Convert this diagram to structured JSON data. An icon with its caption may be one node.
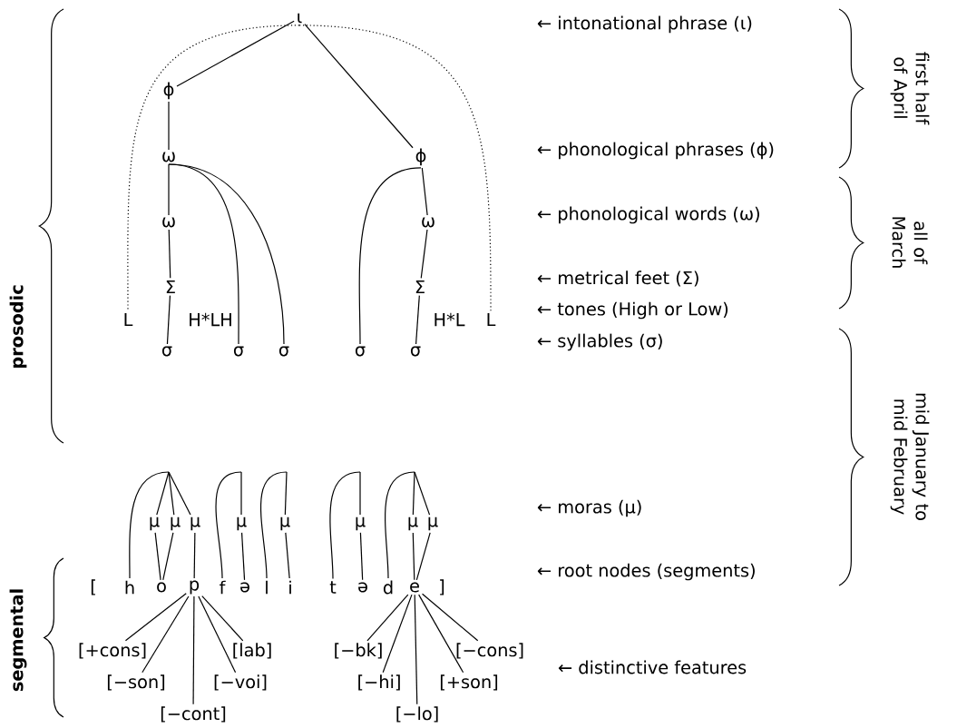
{
  "diagram": {
    "nodes": [
      {
        "text": [
          "ι"
        ]
      },
      {
        "text": [
          "ϕ"
        ]
      },
      {
        "text": [
          "ω"
        ]
      },
      {
        "text": [
          "ϕ"
        ]
      },
      {
        "text": [
          "ω"
        ]
      },
      {
        "text": [
          "ω"
        ]
      },
      {
        "text": [
          "Σ"
        ]
      },
      {
        "text": [
          "Σ"
        ]
      },
      {
        "text": [
          "L"
        ]
      },
      {
        "text": [
          "H*LH"
        ]
      },
      {
        "text": [
          "H*L"
        ]
      },
      {
        "text": [
          "L"
        ]
      },
      {
        "text": [
          "σ"
        ]
      },
      {
        "text": [
          "σ"
        ]
      },
      {
        "text": [
          "σ"
        ]
      },
      {
        "text": [
          "σ"
        ]
      },
      {
        "text": [
          "σ"
        ]
      },
      {
        "text": [
          "μ"
        ]
      },
      {
        "text": [
          "μ"
        ]
      },
      {
        "text": [
          "μ"
        ]
      },
      {
        "text": [
          "μ"
        ]
      },
      {
        "text": [
          "μ"
        ]
      },
      {
        "text": [
          "μ"
        ]
      },
      {
        "text": [
          "μ"
        ]
      },
      {
        "text": [
          "μ"
        ]
      },
      {
        "text": [
          "h"
        ]
      },
      {
        "text": [
          "o"
        ]
      },
      {
        "text": [
          "p"
        ]
      },
      {
        "text": [
          "f"
        ]
      },
      {
        "text": [
          "ə"
        ]
      },
      {
        "text": [
          "l"
        ]
      },
      {
        "text": [
          "i"
        ]
      },
      {
        "text": [
          "t"
        ]
      },
      {
        "text": [
          "ə"
        ]
      },
      {
        "text": [
          "d"
        ]
      },
      {
        "text": [
          "e"
        ]
      },
      {
        "text": [
          "[+cons]"
        ]
      },
      {
        "text": [
          "[−son]"
        ]
      },
      {
        "text": [
          "[−cont]"
        ]
      },
      {
        "text": [
          "[−voi]"
        ]
      },
      {
        "text": [
          "[lab]"
        ]
      },
      {
        "text": [
          "[−bk]"
        ]
      },
      {
        "text": [
          "[−hi]"
        ]
      },
      {
        "text": [
          "[−lo]"
        ]
      },
      {
        "text": [
          "[+son]"
        ]
      },
      {
        "text": [
          "[−cons]"
        ]
      }
    ],
    "edges": [
      {
        "from": 0,
        "to": 1,
        "arrow": "none"
      },
      {
        "from": 0,
        "to": 3,
        "arrow": "none"
      },
      {
        "from": 1,
        "to": 2,
        "arrow": "none"
      },
      {
        "from": 2,
        "to": 4,
        "arrow": "none"
      },
      {
        "from": 4,
        "to": 6,
        "arrow": "none"
      },
      {
        "from": 6,
        "to": 12,
        "arrow": "none"
      },
      {
        "from": 2,
        "to": 13,
        "arrow": "none"
      },
      {
        "from": 2,
        "to": 14,
        "arrow": "none"
      },
      {
        "from": 3,
        "to": 5,
        "arrow": "none"
      },
      {
        "from": 5,
        "to": 7,
        "arrow": "none"
      },
      {
        "from": 7,
        "to": 16,
        "arrow": "none"
      },
      {
        "from": 3,
        "to": 15,
        "arrow": "none"
      },
      {
        "from": 0,
        "to": 8,
        "arrow": "none",
        "style": "dashed"
      },
      {
        "from": 0,
        "to": 11,
        "arrow": "none",
        "style": "dashed"
      },
      {
        "from": null,
        "to": 25,
        "arrow": "none"
      },
      {
        "from": null,
        "to": 17,
        "arrow": "none"
      },
      {
        "from": null,
        "to": 18,
        "arrow": "none"
      },
      {
        "from": null,
        "to": 19,
        "arrow": "none"
      },
      {
        "from": 17,
        "to": 26,
        "arrow": "none"
      },
      {
        "from": 18,
        "to": 26,
        "arrow": "none"
      },
      {
        "from": 19,
        "to": 27,
        "arrow": "none"
      },
      {
        "from": null,
        "to": 28,
        "arrow": "none"
      },
      {
        "from": null,
        "to": 20,
        "arrow": "none"
      },
      {
        "from": 20,
        "to": 29,
        "arrow": "none"
      },
      {
        "from": null,
        "to": 30,
        "arrow": "none"
      },
      {
        "from": null,
        "to": 21,
        "arrow": "none"
      },
      {
        "from": 21,
        "to": 31,
        "arrow": "none"
      },
      {
        "from": null,
        "to": 32,
        "arrow": "none"
      },
      {
        "from": null,
        "to": 22,
        "arrow": "none"
      },
      {
        "from": 22,
        "to": 33,
        "arrow": "none"
      },
      {
        "from": null,
        "to": 34,
        "arrow": "none"
      },
      {
        "from": null,
        "to": 23,
        "arrow": "none"
      },
      {
        "from": null,
        "to": 24,
        "arrow": "none"
      },
      {
        "from": 23,
        "to": 35,
        "arrow": "none"
      },
      {
        "from": 24,
        "to": 35,
        "arrow": "none"
      },
      {
        "from": 27,
        "to": 36,
        "arrow": "none"
      },
      {
        "from": 27,
        "to": 37,
        "arrow": "none"
      },
      {
        "from": 27,
        "to": 38,
        "arrow": "none"
      },
      {
        "from": 27,
        "to": 39,
        "arrow": "none"
      },
      {
        "from": 27,
        "to": 40,
        "arrow": "none"
      },
      {
        "from": 35,
        "to": 41,
        "arrow": "none"
      },
      {
        "from": 35,
        "to": 42,
        "arrow": "none"
      },
      {
        "from": 35,
        "to": 43,
        "arrow": "none"
      },
      {
        "from": 35,
        "to": 44,
        "arrow": "none"
      },
      {
        "from": 35,
        "to": 45,
        "arrow": "none"
      }
    ],
    "labels": [
      "[",
      "]",
      "← intonational phrase (ι)",
      "← phonological phrases (ϕ)",
      "← phonological words (ω)",
      "← metrical feet (Σ)",
      "← tones (High or Low)",
      "← syllables (σ)",
      "← moras (μ)",
      "← root nodes (segments)",
      "← distinctive features",
      "first half of April",
      "all of March",
      "mid January to mid February",
      "prosodic",
      "segmental"
    ]
  }
}
